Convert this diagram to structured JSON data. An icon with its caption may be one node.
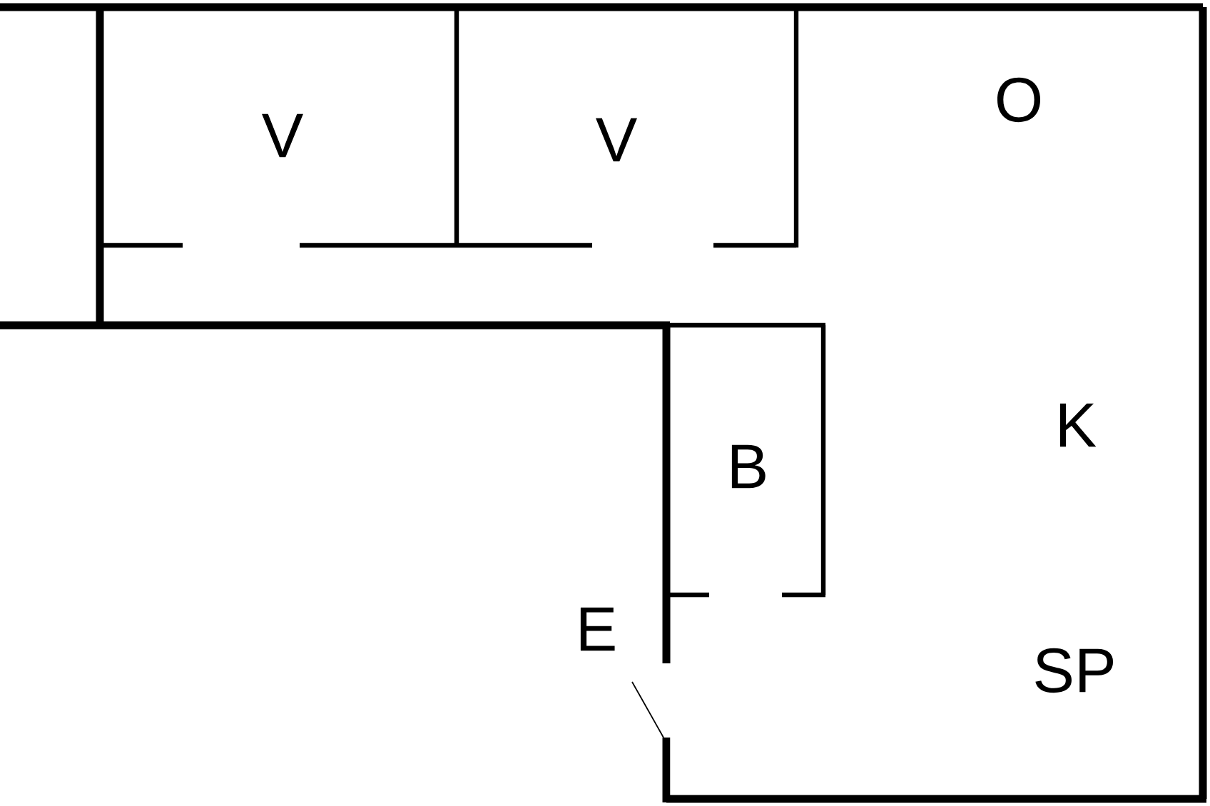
{
  "diagram": {
    "labels": [
      "V",
      "V",
      "O",
      "K",
      "B",
      "E",
      "SP"
    ]
  }
}
